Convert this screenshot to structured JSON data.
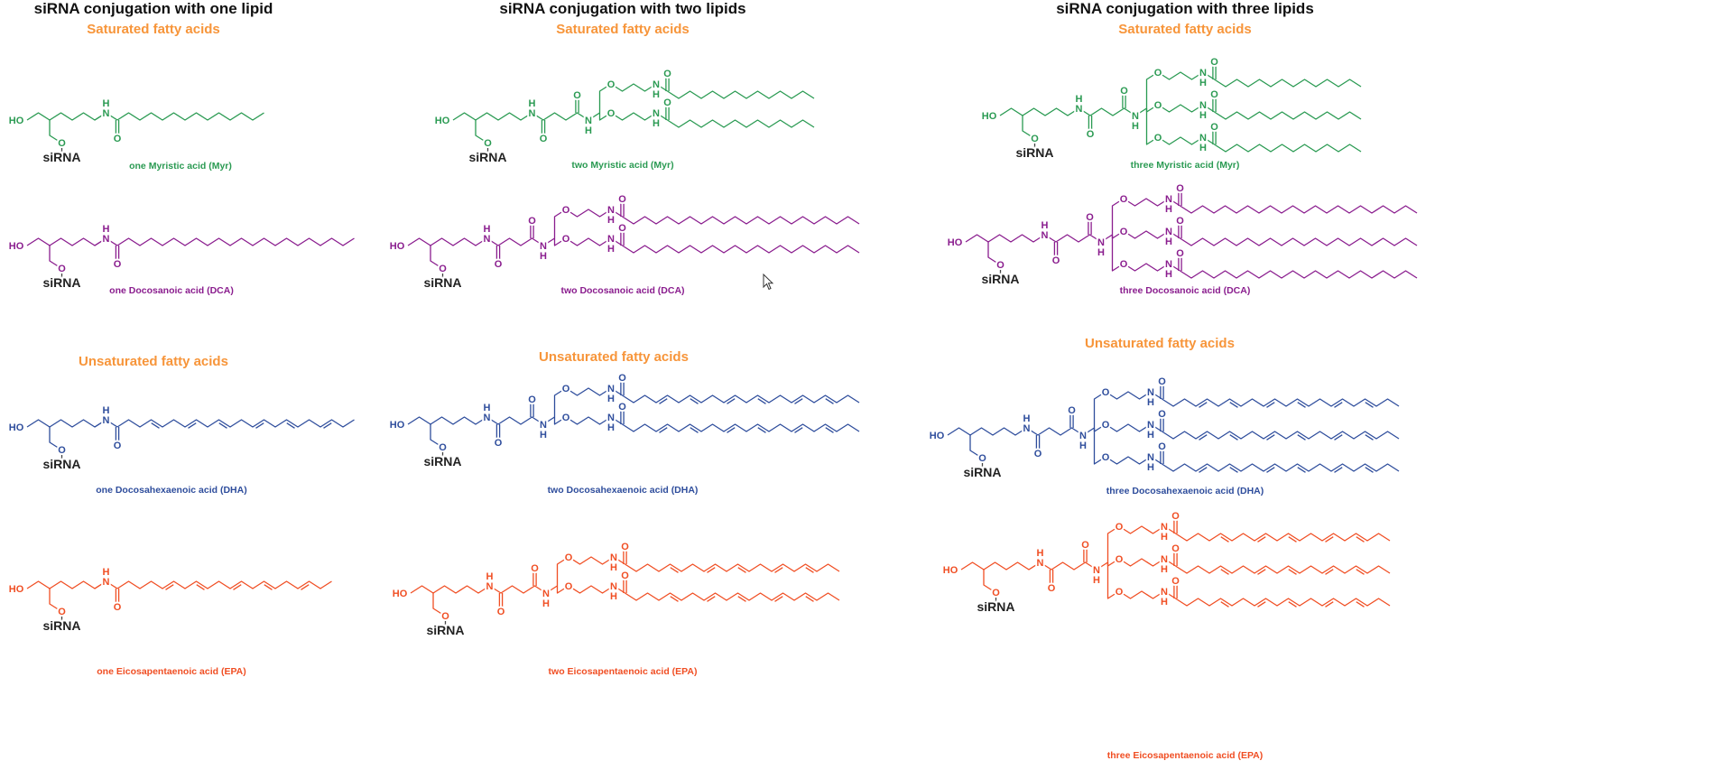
{
  "columns": [
    {
      "title": "siRNA conjugation with one lipid",
      "saturated": "Saturated fatty acids",
      "unsaturated": "Unsaturated fatty acids"
    },
    {
      "title": "siRNA conjugation with two lipids",
      "saturated": "Saturated fatty acids",
      "unsaturated": "Unsaturated fatty acids"
    },
    {
      "title": "siRNA conjugation with three lipids",
      "saturated": "Saturated fatty acids",
      "unsaturated": "Unsaturated fatty acids"
    }
  ],
  "atoms": {
    "hydroxyl": "HO",
    "nitrogen": "N",
    "hydrogen": "H",
    "oxygen": "O",
    "sirna": "siRNA"
  },
  "lipids": {
    "myr": {
      "color": "#2a9a52",
      "carbons": 14,
      "double_bonds": []
    },
    "dca": {
      "color": "#8a1d8e",
      "carbons": 22,
      "double_bonds": []
    },
    "dha": {
      "color": "#2e4d9c",
      "carbons": 22,
      "double_bonds": [
        4,
        7,
        10,
        13,
        16,
        19
      ]
    },
    "epa": {
      "color": "#f04e23",
      "carbons": 20,
      "double_bonds": [
        5,
        8,
        11,
        14,
        17
      ]
    }
  },
  "conjugates": [
    {
      "lipid": "myr",
      "count": 1,
      "caption": "one Myristic acid (Myr)"
    },
    {
      "lipid": "dca",
      "count": 1,
      "caption": "one Docosanoic acid (DCA)"
    },
    {
      "lipid": "dha",
      "count": 1,
      "caption": "one Docosahexaenoic acid (DHA)"
    },
    {
      "lipid": "epa",
      "count": 1,
      "caption": "one Eicosapentaenoic acid (EPA)"
    },
    {
      "lipid": "myr",
      "count": 2,
      "caption": "two Myristic acid (Myr)"
    },
    {
      "lipid": "dca",
      "count": 2,
      "caption": "two Docosanoic acid (DCA)"
    },
    {
      "lipid": "dha",
      "count": 2,
      "caption": "two Docosahexaenoic acid (DHA)"
    },
    {
      "lipid": "epa",
      "count": 2,
      "caption": "two Eicosapentaenoic acid (EPA)"
    },
    {
      "lipid": "myr",
      "count": 3,
      "caption": "three Myristic acid (Myr)"
    },
    {
      "lipid": "dca",
      "count": 3,
      "caption": "three Docosanoic acid (DCA)"
    },
    {
      "lipid": "dha",
      "count": 3,
      "caption": "three Docosahexaenoic acid (DHA)"
    },
    {
      "lipid": "epa",
      "count": 3,
      "caption": "three Eicosapentaenoic acid (EPA)"
    }
  ],
  "colors": {
    "heading": "#f7953a",
    "title": "#111111",
    "sirna": "#222222"
  }
}
